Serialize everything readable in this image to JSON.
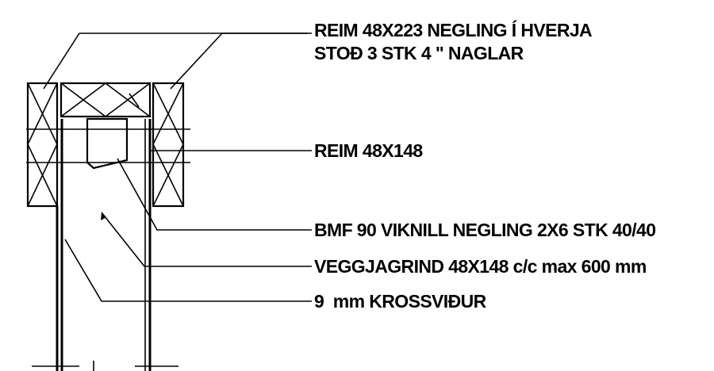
{
  "labels": {
    "reim_223_line1": "REIM 48X223 NEGLING Í HVERJA",
    "reim_223_line2": "STOÐ 3 STK 4 \" NAGLAR",
    "reim_148": "REIM 48X148",
    "bmf": "BMF 90 VIKNILL NEGLING 2X6 STK 40/40",
    "veggjagrind": "VEGGJAGRIND 48X148 c/c max 600 mm",
    "krossvidur": "9  mm KROSSVIÐUR"
  },
  "colors": {
    "ink": "#000000",
    "background": "#ffffff"
  }
}
